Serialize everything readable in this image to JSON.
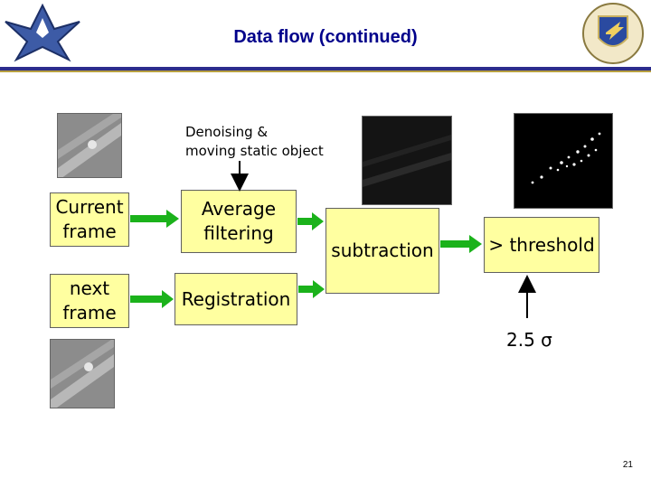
{
  "header": {
    "title": "Data flow (continued)"
  },
  "annotation": {
    "line1": "Denoising &",
    "line2": "moving static object"
  },
  "boxes": {
    "current_frame": {
      "line1": "Current",
      "line2": "frame"
    },
    "next_frame": {
      "line1": "next",
      "line2": "frame"
    },
    "average_filtering": {
      "line1": "Average",
      "line2": "filtering"
    },
    "registration": "Registration",
    "subtraction": "subtraction",
    "threshold": "> threshold"
  },
  "threshold_value": "2.5 σ",
  "footer": {
    "page_number": "21"
  },
  "colors": {
    "box_fill": "#ffffa0",
    "arrow_green": "#1bb21b",
    "title": "#00008b"
  }
}
